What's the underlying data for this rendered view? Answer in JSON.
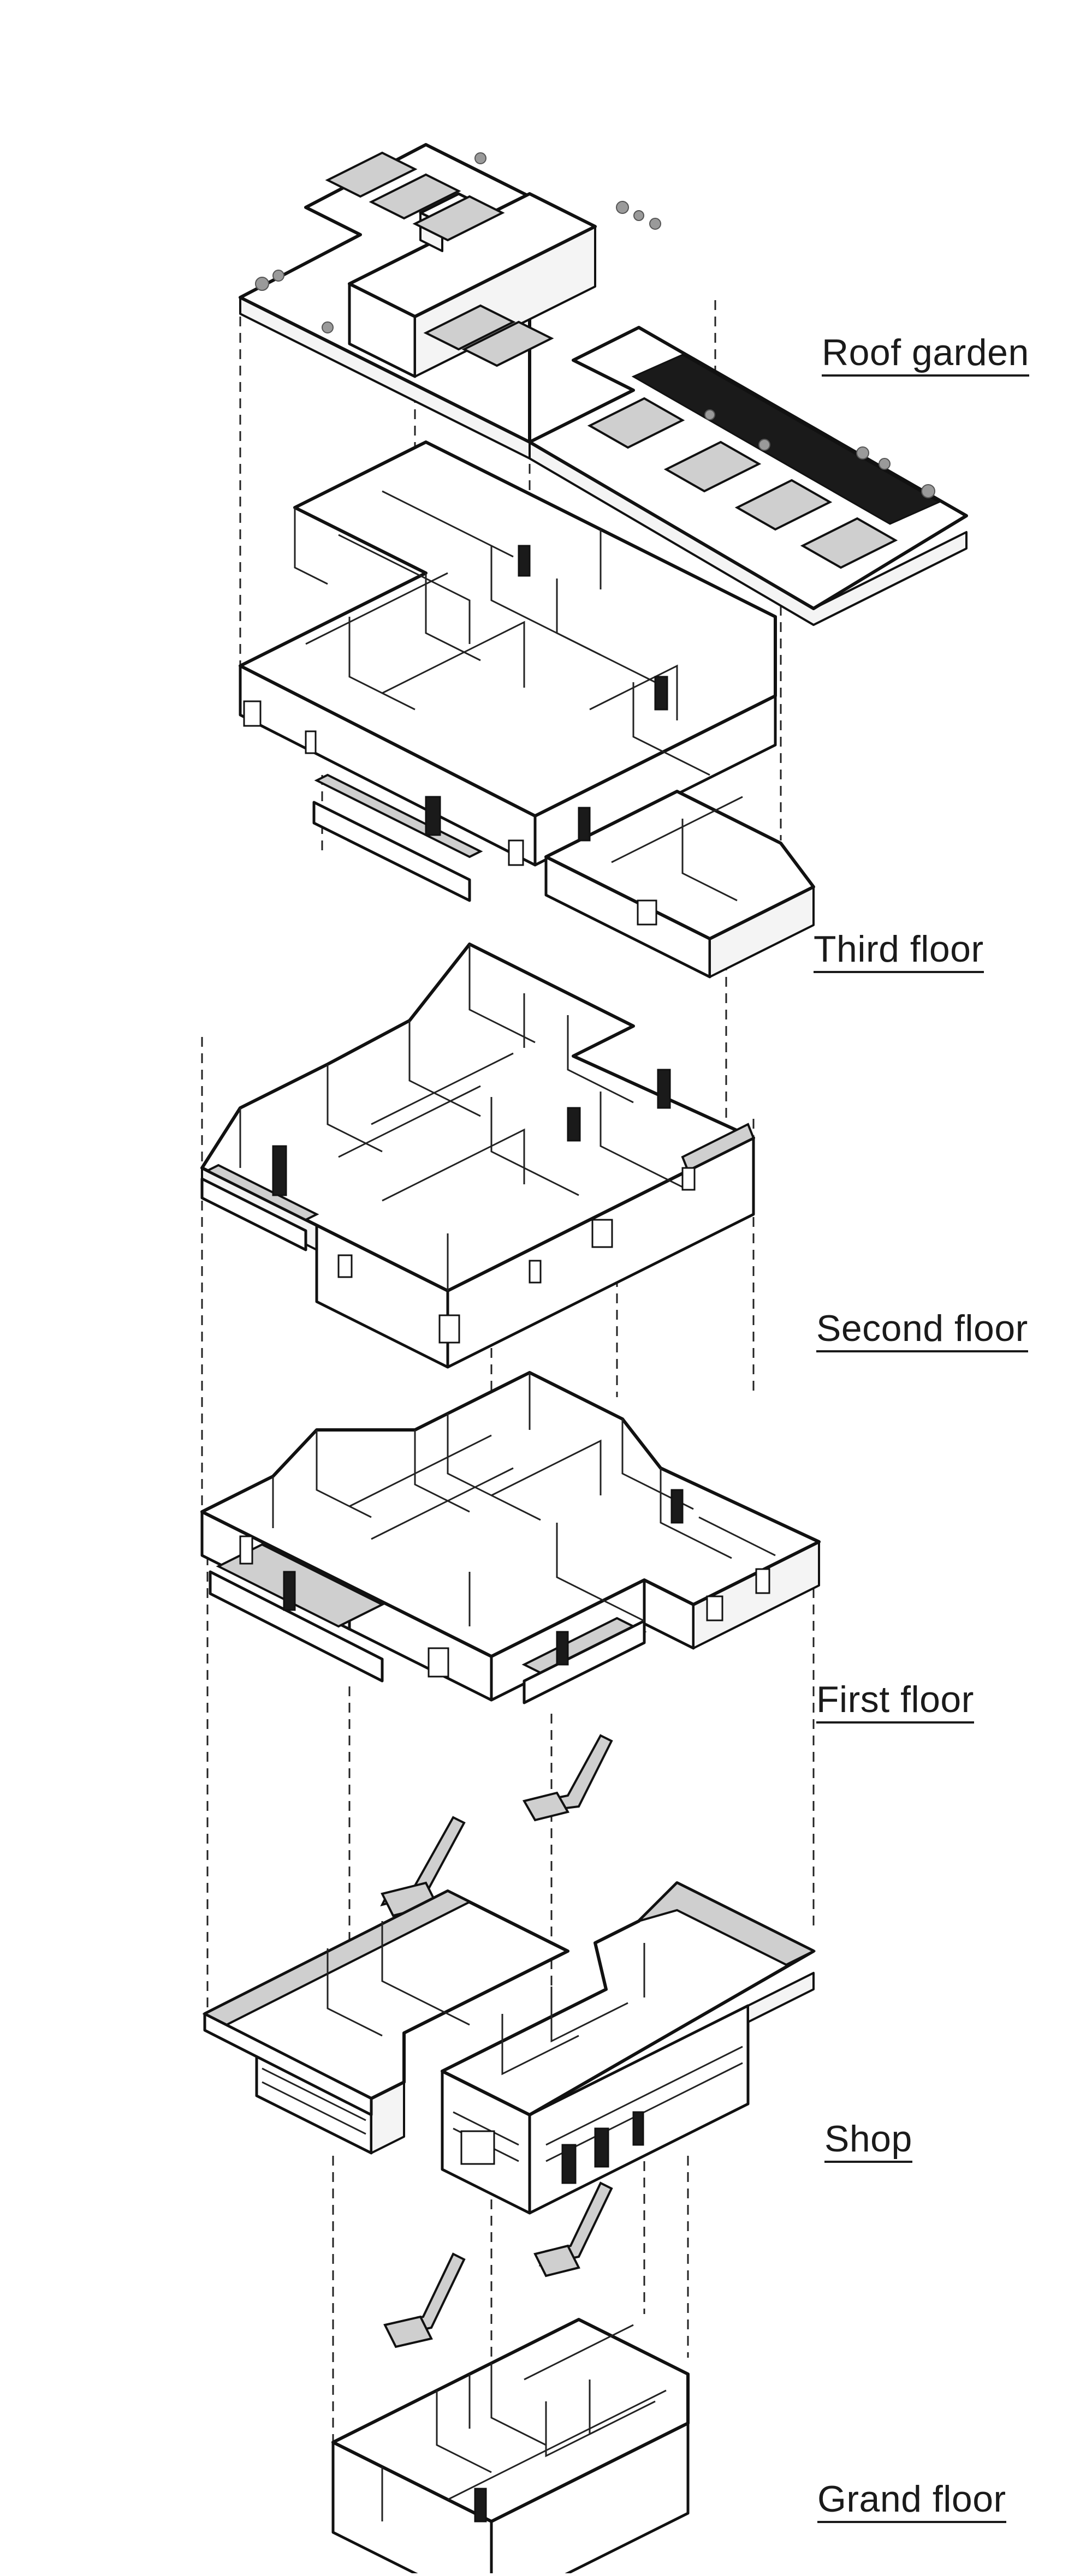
{
  "levels": [
    {
      "id": "roof",
      "label": "Roof garden"
    },
    {
      "id": "third",
      "label": "Third floor"
    },
    {
      "id": "second",
      "label": "Second floor"
    },
    {
      "id": "first",
      "label": "First floor"
    },
    {
      "id": "shop",
      "label": "Shop"
    },
    {
      "id": "ground",
      "label": "Grand floor"
    }
  ],
  "colors": {
    "line": "#111111",
    "wall_fill": "#ffffff",
    "floor_fill": "#f4f4f4",
    "accent_grey": "#cfcfcf",
    "dark_fill": "#1a1a1a"
  }
}
